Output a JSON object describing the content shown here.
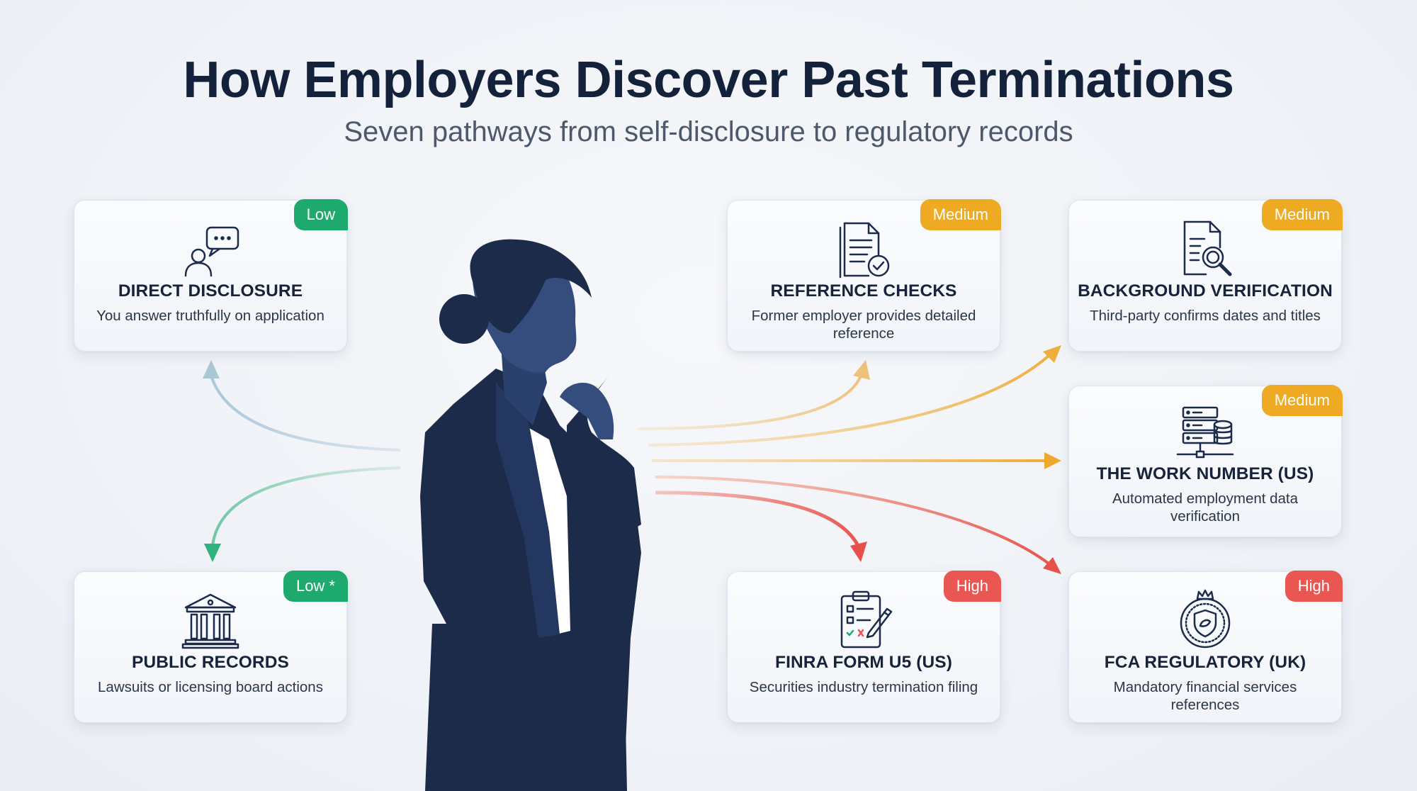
{
  "title": "How Employers Discover Past Terminations",
  "subtitle": "Seven pathways from self-disclosure to regulatory records",
  "colors": {
    "low": "#1eaa6f",
    "medium": "#efaa23",
    "high": "#ea5651",
    "silhouette": "#1c2b4a",
    "silhouette_shade": "#344d7c"
  },
  "cards": {
    "direct_disclosure": {
      "badge": "Low",
      "title": "DIRECT DISCLOSURE",
      "desc": "You answer truthfully on application",
      "icon": "person-chat-icon"
    },
    "public_records": {
      "badge": "Low *",
      "title": "PUBLIC RECORDS",
      "desc": "Lawsuits or licensing board actions",
      "icon": "courthouse-icon"
    },
    "reference_checks": {
      "badge": "Medium",
      "title": "REFERENCE CHECKS",
      "desc": "Former employer provides detailed reference",
      "icon": "document-check-icon"
    },
    "background_verification": {
      "badge": "Medium",
      "title": "BACKGROUND VERIFICATION",
      "desc": "Third-party confirms dates and titles",
      "icon": "document-search-icon"
    },
    "work_number": {
      "badge": "Medium",
      "title": "THE WORK NUMBER (US)",
      "desc": "Automated employment data verification",
      "icon": "database-server-icon"
    },
    "finra": {
      "badge": "High",
      "title": "FINRA FORM U5 (US)",
      "desc": "Securities industry termination filing",
      "icon": "clipboard-form-icon"
    },
    "fca": {
      "badge": "High",
      "title": "FCA REGULATORY (UK)",
      "desc": "Mandatory financial services references",
      "icon": "regulatory-crest-icon"
    }
  }
}
